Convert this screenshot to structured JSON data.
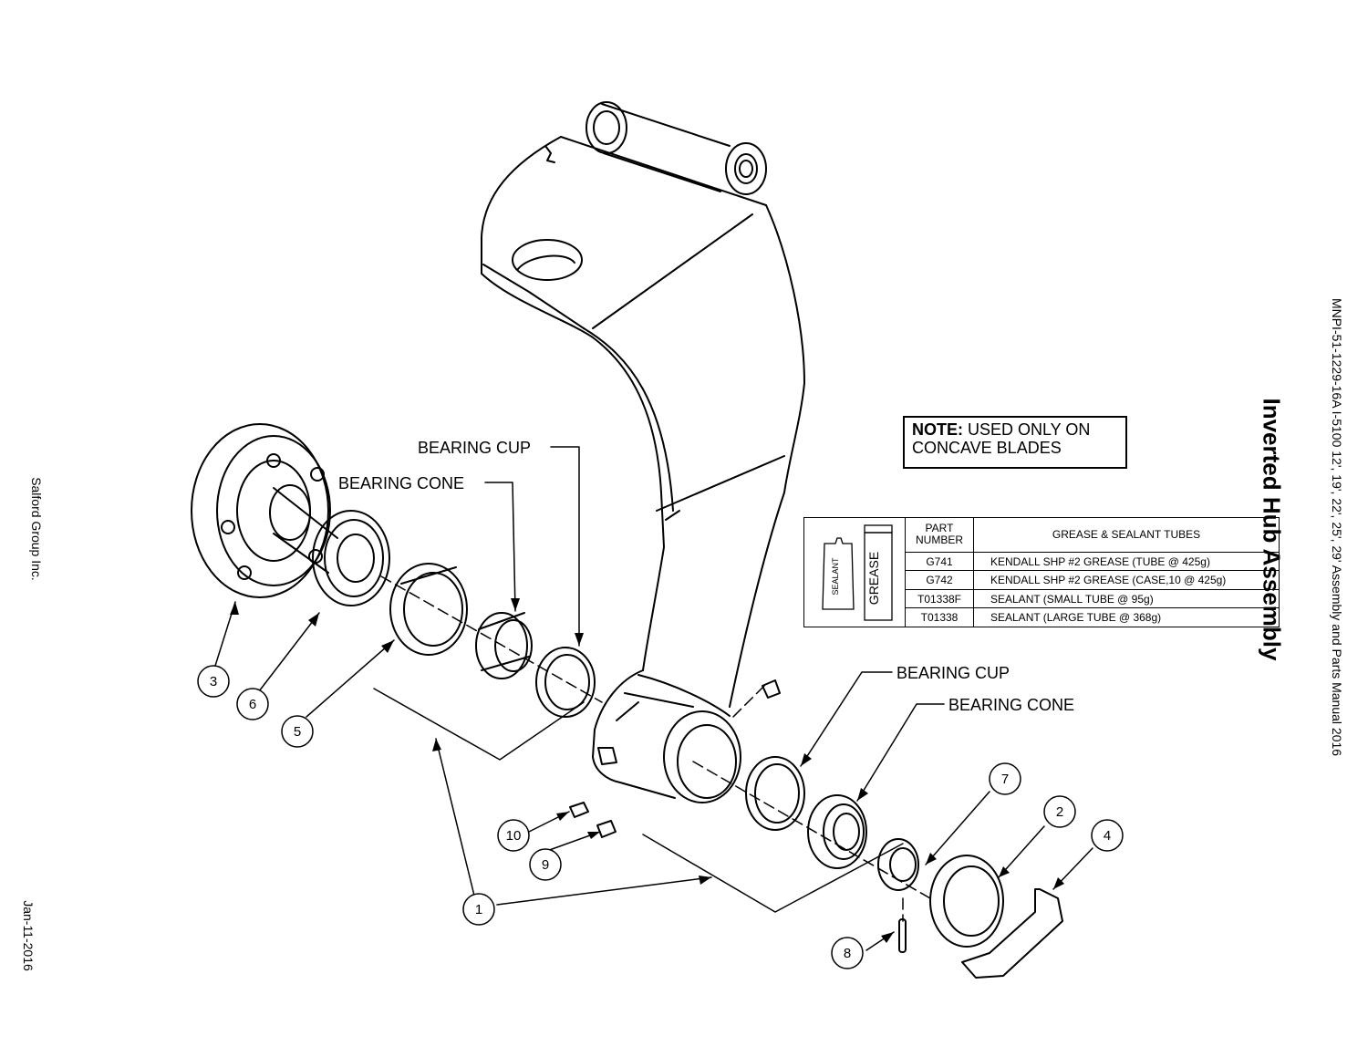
{
  "page": {
    "title": "Inverted Hub Assembly",
    "manual_ref": "MNPI-51-1229-16A I-5100 12', 19', 22', 25', 29' Assembly and Parts Manual 2016",
    "company": "Salford Group Inc.",
    "date": "Jan-11-2016"
  },
  "callouts": {
    "bearing_cup_left": "BEARING CUP",
    "bearing_cone_left": "BEARING CONE",
    "bearing_cup_right": "BEARING CUP",
    "bearing_cone_right": "BEARING CONE"
  },
  "note": {
    "bold": "NOTE:",
    "text": " USED ONLY ON",
    "line2": "CONCAVE BLADES"
  },
  "grease_table": {
    "header_part": "PART NUMBER",
    "header_desc": "GREASE & SEALANT TUBES",
    "tube_labels": {
      "sealant": "SEALANT",
      "grease": "GREASE"
    },
    "rows": [
      {
        "part": "G741",
        "desc": "KENDALL SHP #2 GREASE (TUBE @ 425g)"
      },
      {
        "part": "G742",
        "desc": "KENDALL SHP #2 GREASE (CASE,10 @ 425g)"
      },
      {
        "part": "T01338F",
        "desc": "SEALANT (SMALL TUBE @ 95g)"
      },
      {
        "part": "T01338",
        "desc": "SEALANT (LARGE TUBE @ 368g)"
      }
    ]
  },
  "balloons": [
    "1",
    "2",
    "3",
    "4",
    "5",
    "6",
    "7",
    "8",
    "9",
    "10"
  ]
}
